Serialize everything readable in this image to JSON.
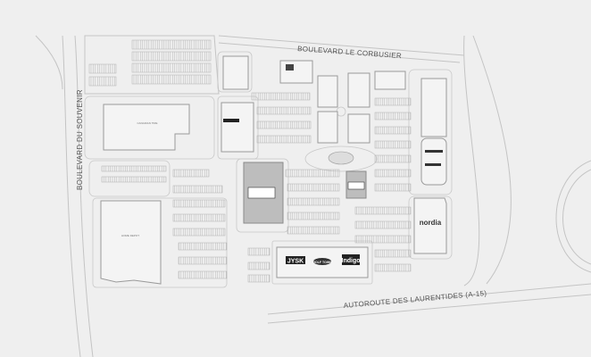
{
  "roads": {
    "north": "BOULEVARD LE CORBUSIER",
    "west": "BOULEVARD DU SOUVENIR",
    "south": "AUTOROUTE DES LAURENTIDES (A-15)"
  },
  "stores": {
    "canadian_tire": "CANADIAN TIRE",
    "home_depot": "HOME DEPOT",
    "jysk": "JYSK",
    "golf_town": "GOLF TOWN",
    "indigo": "Indigo",
    "nordia": "nordia"
  },
  "colors": {
    "background": "#efefef",
    "building": "#f4f4f4",
    "building_gray": "#bdbdbd",
    "line": "#9a9a9a"
  }
}
